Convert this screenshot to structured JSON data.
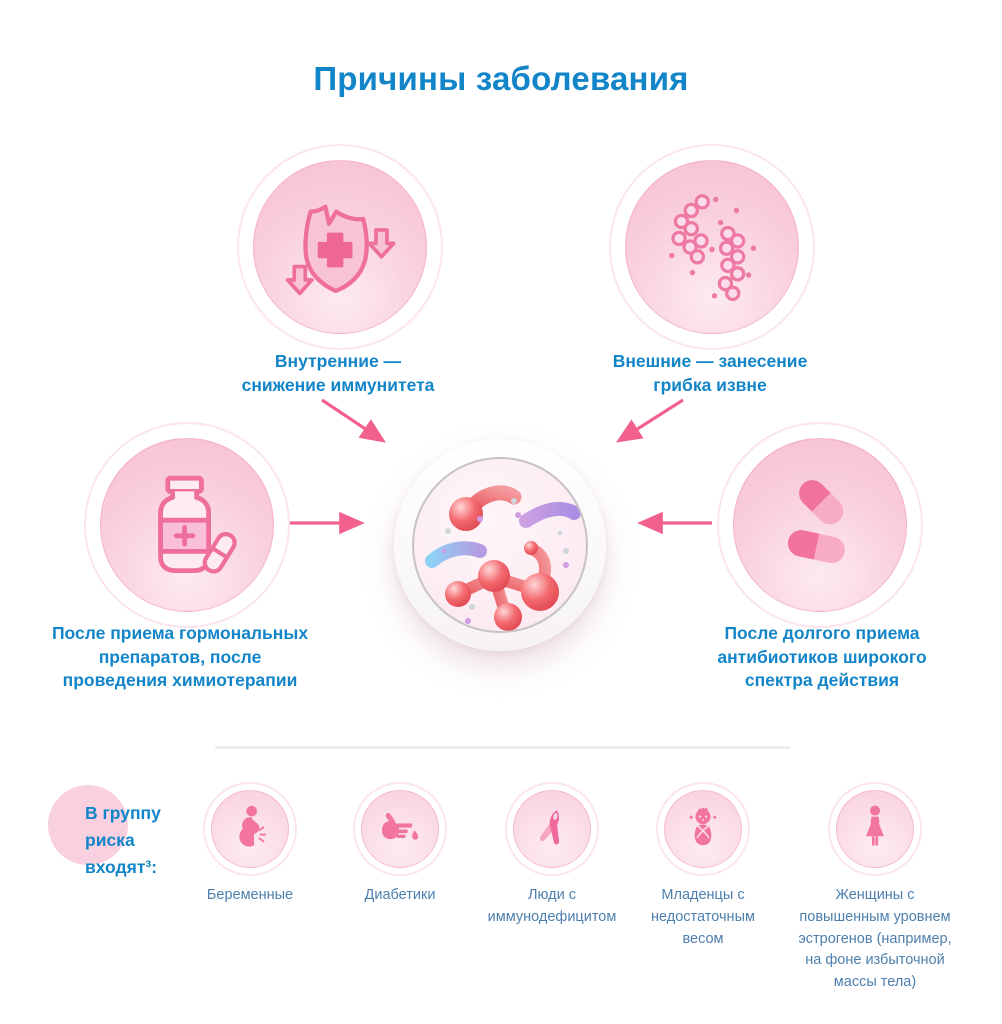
{
  "title": "Причины заболевания",
  "causes": {
    "top_left": {
      "icon": "broken-shield-immunity-icon",
      "label": "Внутренние —\nснижение иммунитета"
    },
    "top_right": {
      "icon": "fungus-colonies-icon",
      "label": "Внешние — занесение\nгрибка извне"
    },
    "left": {
      "icon": "medicine-bottle-icon",
      "label": "После приема гормональных\nпрепаратов, после\nпроведения химиотерапии"
    },
    "right": {
      "icon": "antibiotic-capsules-icon",
      "label": "После долгого приема\nантибиотиков широкого\nспектра действия"
    },
    "center": {
      "icon": "petri-dish-fungus-icon"
    }
  },
  "risk_group": {
    "heading": "В группу\nриска\nвходят³:",
    "items": [
      {
        "icon": "pregnant-woman-icon",
        "label": "Беременные"
      },
      {
        "icon": "diabetes-finger-drop-icon",
        "label": "Диабетики"
      },
      {
        "icon": "awareness-ribbon-icon",
        "label": "Люди с\nиммунодефицитом"
      },
      {
        "icon": "swaddled-baby-icon",
        "label": "Младенцы с\nнедостаточным\nвесом"
      },
      {
        "icon": "woman-figure-icon",
        "label": "Женщины с\nповышенным уровнем\nэстрогенов (например,\nна фоне избыточной\nмассы тела)"
      }
    ]
  },
  "colors": {
    "title_blue": "#1285c9",
    "risk_label_blue": "#4d7fae",
    "arrow_pink": "#f2618e",
    "icon_stroke_pink": "#ee6f9c",
    "icon_fill_pink": "#f1759f",
    "bubble_fill_pink": "#f9cede",
    "bubble_ring_pink": "#fce5ee",
    "dish_border_gray": "#c7c2c5",
    "divider_gray": "#ededed"
  }
}
